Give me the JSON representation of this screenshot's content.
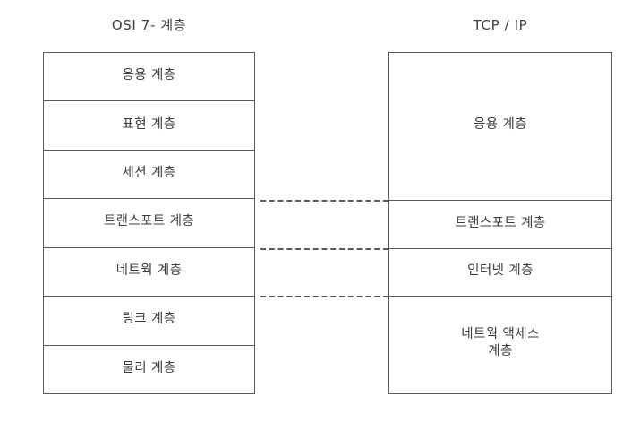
{
  "diagram": {
    "title_left": "OSI 7- 계층",
    "title_right": "TCP / IP",
    "background_color": "#ffffff",
    "line_color": "#5a5a5a",
    "text_color": "#3c3c3c",
    "columns": [
      {
        "name": "osi",
        "title": "OSI 7- 계층",
        "layers": [
          {
            "label": "응용 계층"
          },
          {
            "label": "표현 계층"
          },
          {
            "label": "세션 계층"
          },
          {
            "label": "트랜스포트 계층"
          },
          {
            "label": "네트웍 계층"
          },
          {
            "label": "링크 계층"
          },
          {
            "label": "물리 계층"
          }
        ]
      },
      {
        "name": "tcpip",
        "title": "TCP / IP",
        "layers": [
          {
            "label": "응용 계층"
          },
          {
            "label": "트랜스포트 계층"
          },
          {
            "label": "인터넷 계층"
          },
          {
            "label": "네트웍 액세스\n계층"
          }
        ]
      }
    ],
    "connectors": [
      {
        "name": "session-transport-boundary"
      },
      {
        "name": "transport-network-boundary"
      },
      {
        "name": "network-link-boundary"
      }
    ]
  }
}
